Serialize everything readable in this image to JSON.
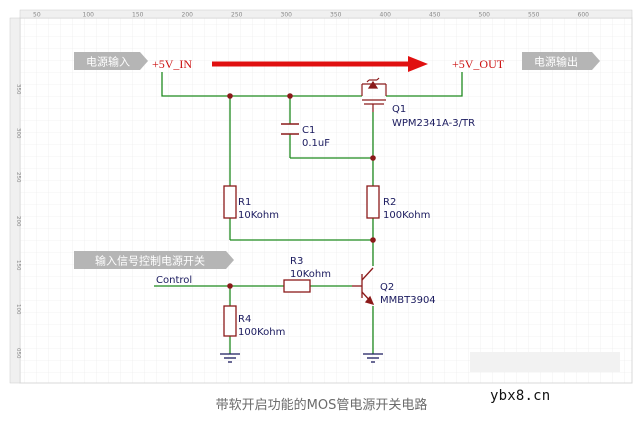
{
  "ruler": {
    "top_ticks": [
      "50",
      "100",
      "150",
      "200",
      "250",
      "300",
      "350",
      "400",
      "450",
      "500",
      "550",
      "600"
    ],
    "left_ticks": [
      "350",
      "300",
      "250",
      "200",
      "150",
      "100",
      "050"
    ]
  },
  "tags": {
    "power_in": "电源输入",
    "power_out": "电源输出",
    "control_in": "输入信号控制电源开关"
  },
  "nets": {
    "vin": "+5V_IN",
    "vout": "+5V_OUT",
    "control": "Control"
  },
  "components": {
    "q1": {
      "ref": "Q1",
      "part": "WPM2341A-3/TR"
    },
    "c1": {
      "ref": "C1",
      "value": "0.1uF"
    },
    "r1": {
      "ref": "R1",
      "value": "10Kohm"
    },
    "r2": {
      "ref": "R2",
      "value": "100Kohm"
    },
    "r3": {
      "ref": "R3",
      "value": "10Kohm"
    },
    "r4": {
      "ref": "R4",
      "value": "100Kohm"
    },
    "q2": {
      "ref": "Q2",
      "part": "MMBT3904"
    }
  },
  "colors": {
    "wire": "#1f8a1f",
    "body": "#8b1a1a",
    "net_label": "#cc1111",
    "ref_text": "#1a1a5e",
    "tag_fill": "#b5b5b5",
    "arrow": "#e01010"
  },
  "caption": "带软开启功能的MOS管电源开关电路",
  "watermark": "ybx8.cn"
}
